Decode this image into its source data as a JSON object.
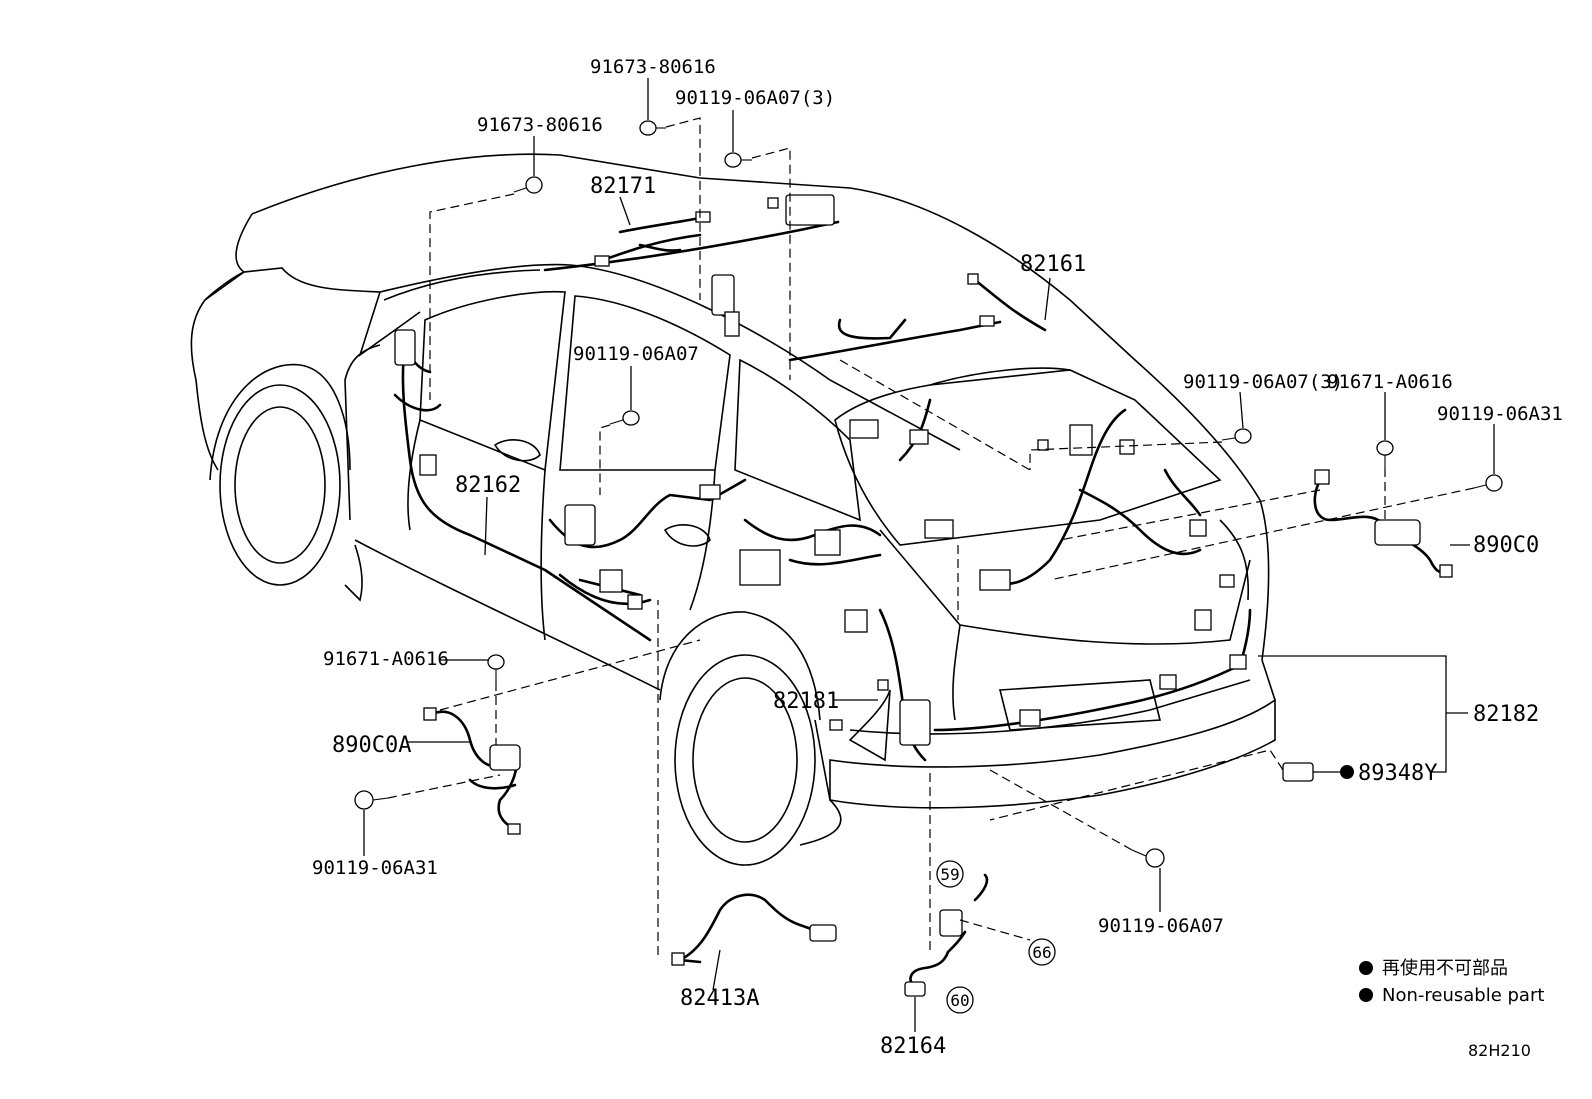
{
  "labels": {
    "p91673_80616_top": "91673-80616",
    "p90119_06A07_3_top": "90119-06A07(3)",
    "p91673_80616_left": "91673-80616",
    "p82171": "82171",
    "p82161": "82161",
    "p90119_06A07_mid": "90119-06A07",
    "p90119_06A07_3_right": "90119-06A07(3)",
    "p91671_A0616_right": "91671-A0616",
    "p90119_06A31_right": "90119-06A31",
    "p82162": "82162",
    "p890C0": "890C0",
    "p91671_A0616_left": "91671-A0616",
    "p890C0A": "890C0A",
    "p82181": "82181",
    "p82182": "82182",
    "p89348Y": "89348Y",
    "p90119_06A31_left": "90119-06A31",
    "p90119_06A07_bottom": "90119-06A07",
    "p82413A": "82413A",
    "p82164": "82164",
    "c59": "59",
    "c66": "66",
    "c60": "60"
  },
  "legend": {
    "line1": "再使用不可部品",
    "line2": "Non-reusable part"
  },
  "diagram_code": "82H210"
}
